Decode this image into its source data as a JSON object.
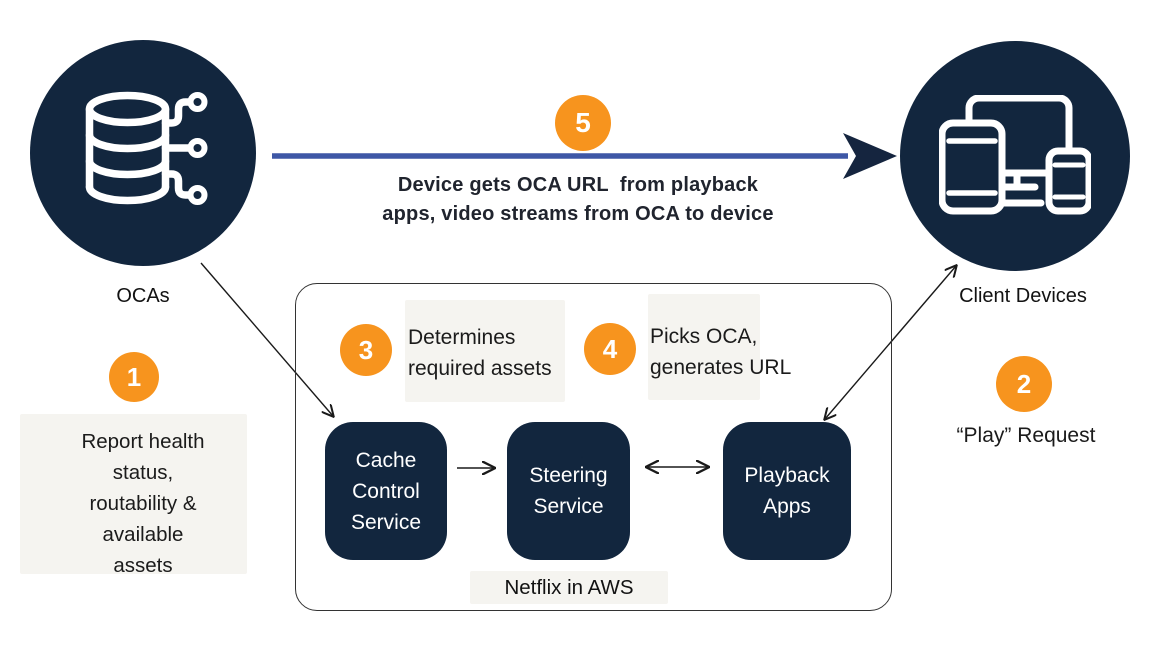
{
  "palette": {
    "navy": "#12263E",
    "orange": "#F7941E",
    "arrow_blue": "#3E57A6",
    "arrowhead_navy": "#15253F",
    "connector_black": "#1A1A1A",
    "box_border": "#333333",
    "text_dark": "#1B1B1B",
    "service_label_white": "#FFFFFF",
    "background": "#FFFFFF",
    "patch": "#F5F4F0"
  },
  "nodes": {
    "ocas": {
      "label": "OCAs",
      "icon": "database-network-icon"
    },
    "client_devices": {
      "label": "Client Devices",
      "icon": "devices-icon"
    }
  },
  "steps": {
    "s1": {
      "number": "1",
      "lines": [
        "Report health",
        "status,",
        "routability &",
        "available",
        "assets"
      ]
    },
    "s2": {
      "number": "2",
      "label": "“Play” Request"
    },
    "s3": {
      "number": "3",
      "lines": [
        "Determines",
        "required assets"
      ]
    },
    "s4": {
      "number": "4",
      "lines": [
        "Picks OCA,",
        "generates URL"
      ]
    },
    "s5": {
      "number": "5",
      "lines": [
        "Device gets OCA URL  from playback",
        "apps, video streams from OCA to device"
      ]
    }
  },
  "aws": {
    "label": "Netflix in AWS",
    "services": [
      {
        "label": "Cache\nControl\nService"
      },
      {
        "label": "Steering\nService"
      },
      {
        "label": "Playback\nApps"
      }
    ]
  }
}
